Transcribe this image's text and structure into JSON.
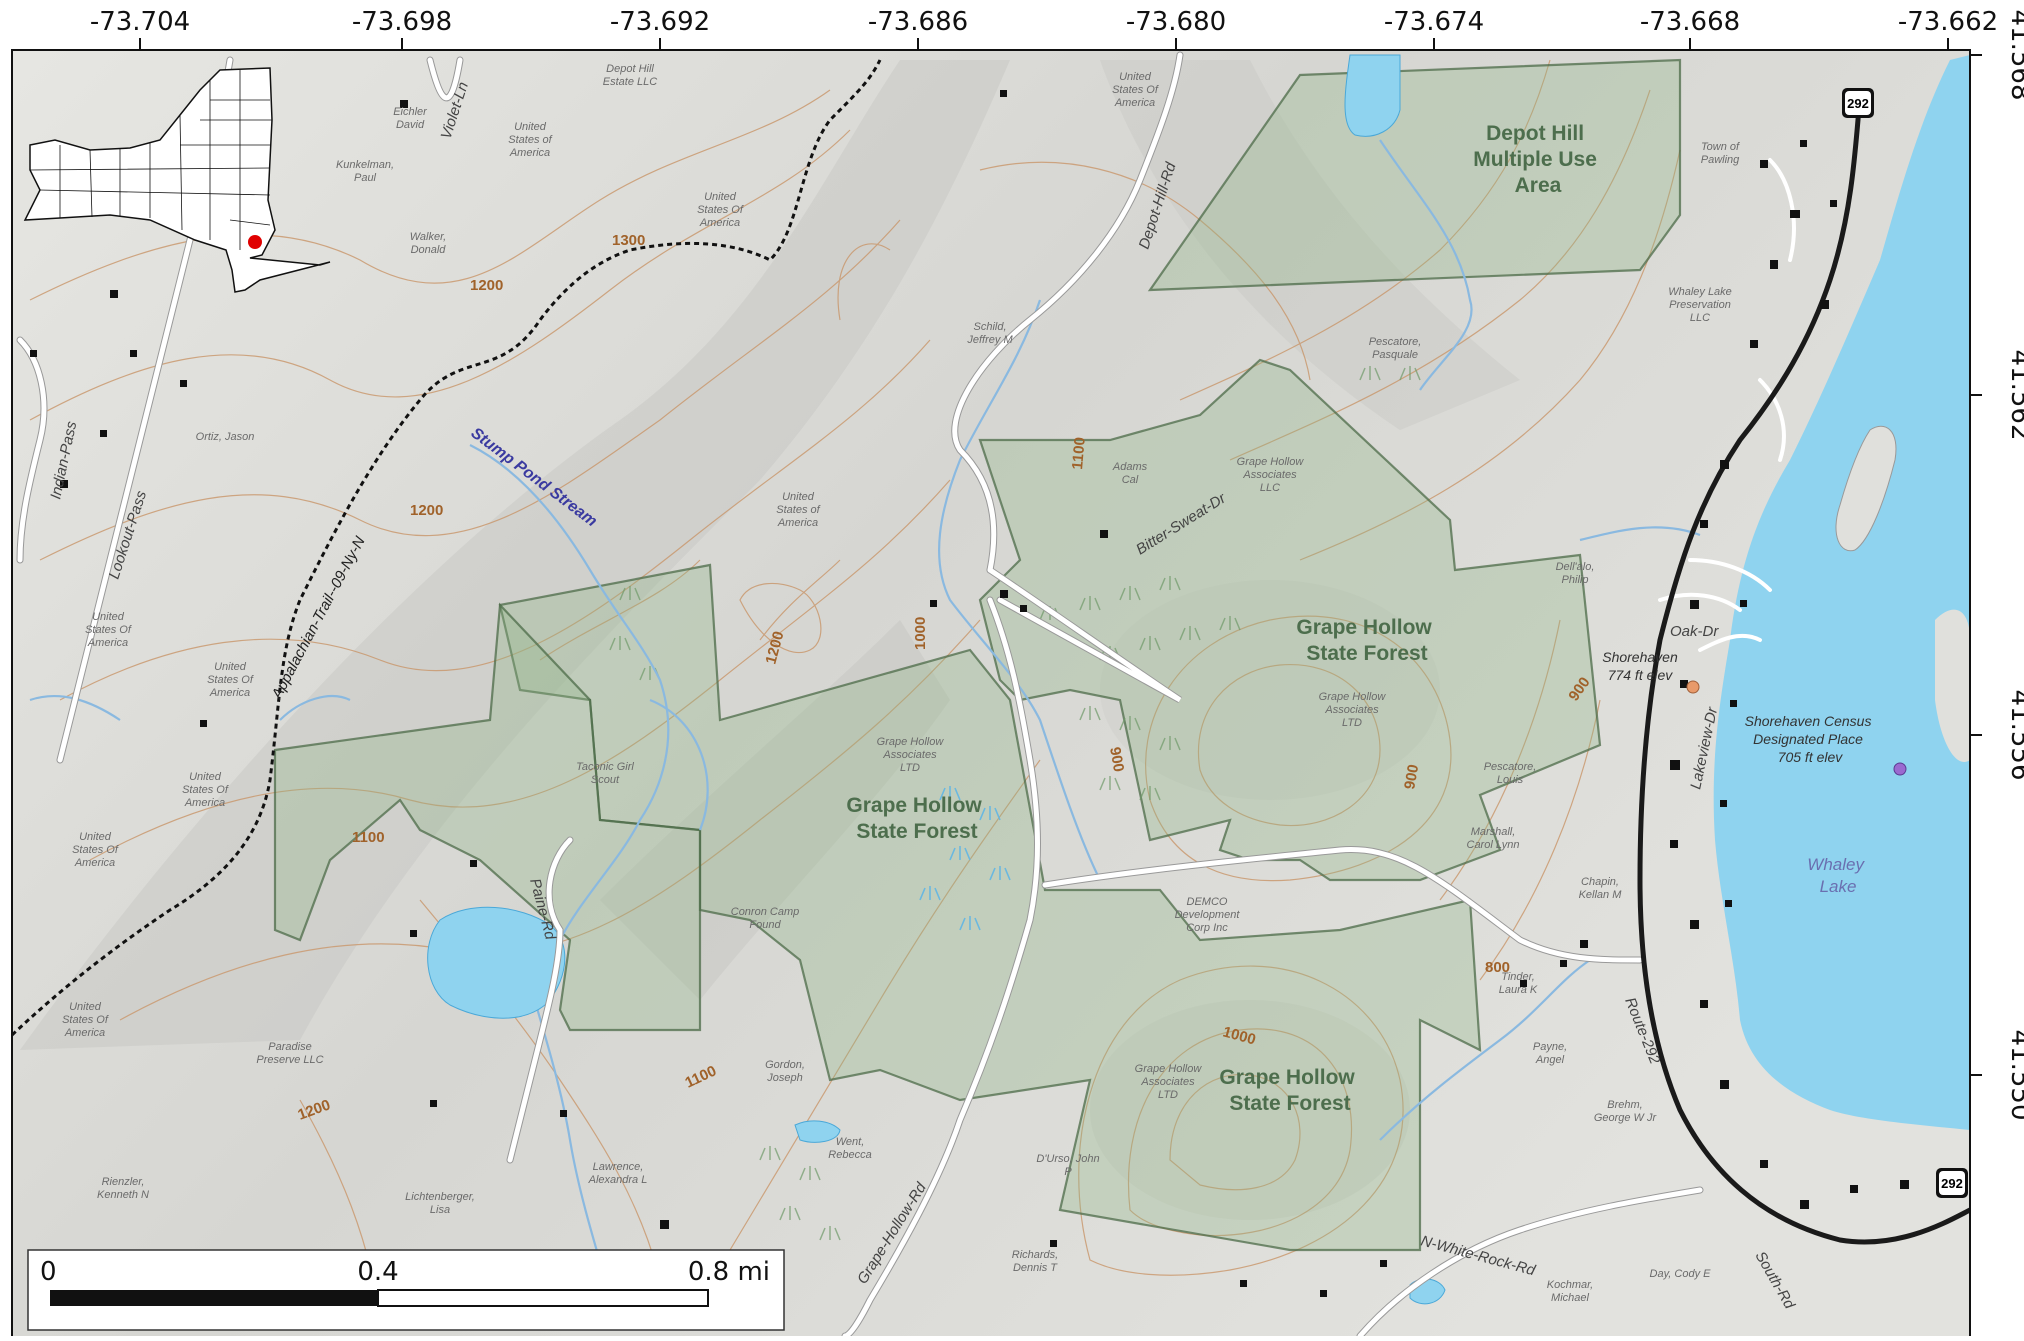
{
  "axes": {
    "x_ticks": [
      "-73.704",
      "-73.698",
      "-73.692",
      "-73.686",
      "-73.680",
      "-73.674",
      "-73.668",
      "-73.662"
    ],
    "y_ticks": [
      "41.568",
      "41.562",
      "41.556",
      "41.550"
    ]
  },
  "areas": {
    "depot_hill": [
      "Depot Hill",
      "Multiple Use",
      "Area"
    ],
    "grape_hollow_ne": [
      "Grape Hollow",
      "State Forest"
    ],
    "grape_hollow_c": [
      "Grape Hollow",
      "State Forest"
    ],
    "grape_hollow_s": [
      "Grape Hollow",
      "State Forest"
    ]
  },
  "places": {
    "shorehaven_name": "Shorehaven",
    "shorehaven_elev": "774 ft elev",
    "cdp_lines": [
      "Shorehaven Census",
      "Designated Place",
      "705 ft elev"
    ],
    "lake_lines": [
      "Whaley",
      "Lake"
    ]
  },
  "roads": {
    "indian_pass": "Indian-Pass",
    "lookout_pass": "Lookout-Pass",
    "violet_ln": "Violet-Ln",
    "depot_hill_rd": "Depot-Hill-Rd",
    "bitter_sweat_dr": "Bitter-Sweat-Dr",
    "oak_dr": "Oak-Dr",
    "lakeview_dr": "Lakeview-Dr",
    "route_292": "Route-292",
    "paine_rd": "Paine-Rd",
    "grape_hollow_rd": "Grape-Hollow-Rd",
    "n_white_rock_rd": "N-White-Rock-Rd",
    "south_rd": "South-Rd"
  },
  "shields": {
    "north": "292",
    "south": "292"
  },
  "trail": "Appalachian-Trail--09-Ny-N",
  "stream": "Stump Pond Stream",
  "contours": {
    "c1300": "1300",
    "c1200a": "1200",
    "c1200b": "1200",
    "c1200c": "1200",
    "c1200d": "1200",
    "c1100a": "1100",
    "c1100b": "1100",
    "c1100c": "1100",
    "c1000a": "1000",
    "c1000b": "1000",
    "c900a": "900",
    "c900b": "900",
    "c900c": "900",
    "c800": "800"
  },
  "owners": {
    "depot_hill_estate": [
      "Depot Hill",
      "Estate LLC"
    ],
    "usa_n": [
      "United",
      "States Of",
      "America"
    ],
    "eichler": [
      "Eichler",
      "David"
    ],
    "usa_nw": [
      "United",
      "States of",
      "America"
    ],
    "kunkelman": [
      "Kunkelman,",
      "Paul"
    ],
    "walker": [
      "Walker,",
      "Donald"
    ],
    "usa_mid": [
      "United",
      "States Of",
      "America"
    ],
    "town_pawling": [
      "Town of",
      "Pawling"
    ],
    "whaley_pres": [
      "Whaley Lake",
      "Preservation",
      "LLC"
    ],
    "schild": [
      "Schild,",
      "Jeffrey M"
    ],
    "pescatore_p": [
      "Pescatore,",
      "Pasquale"
    ],
    "ortiz": [
      "Ortiz, Jason"
    ],
    "usa_c": [
      "United",
      "States of",
      "America"
    ],
    "adams": [
      "Adams",
      "Cal"
    ],
    "gh_assoc_n": [
      "Grape Hollow",
      "Associates",
      "LLC"
    ],
    "usa_w": [
      "United",
      "States Of",
      "America"
    ],
    "usa_w2": [
      "United",
      "States Of",
      "America"
    ],
    "usa_sw": [
      "United",
      "States Of",
      "America"
    ],
    "usa_sw2": [
      "United",
      "States Of",
      "America"
    ],
    "taconic": [
      "Taconic Girl",
      "Scout"
    ],
    "gh_assoc_c": [
      "Grape Hollow",
      "Associates",
      "LTD"
    ],
    "gh_assoc_e": [
      "Grape Hollow",
      "Associates",
      "LTD"
    ],
    "pescatore_l": [
      "Pescatore,",
      "Louis"
    ],
    "marshall": [
      "Marshall,",
      "Carol Lynn"
    ],
    "chapin": [
      "Chapin,",
      "Kellan M"
    ],
    "conron": [
      "Conron Camp",
      "Found"
    ],
    "demco": [
      "DEMCO",
      "Development",
      "Corp Inc"
    ],
    "usa_bl": [
      "United",
      "States Of",
      "America"
    ],
    "paradise": [
      "Paradise",
      "Preserve LLC"
    ],
    "gh_assoc_s": [
      "Grape Hollow",
      "Associates",
      "LTD"
    ],
    "tinder": [
      "Tinder,",
      "Laura K"
    ],
    "payne": [
      "Payne,",
      "Angel"
    ],
    "brehm": [
      "Brehm,",
      "George W Jr"
    ],
    "went": [
      "Went,",
      "Rebecca"
    ],
    "durso": [
      "D'Urso, John",
      "P"
    ],
    "lawrence": [
      "Lawrence,",
      "Alexandra L"
    ],
    "rienzler": [
      "Rienzler,",
      "Kenneth N"
    ],
    "lichtenberger": [
      "Lichtenberger,",
      "Lisa"
    ],
    "richards": [
      "Richards,",
      "Dennis T"
    ],
    "kochmar": [
      "Kochmar,",
      "Michael"
    ],
    "day": [
      "Day, Cody E"
    ],
    "gordon": [
      "Gordon,",
      "Joseph"
    ],
    "dellalo": [
      "Dell'alo,",
      "Philip"
    ]
  },
  "scale_bar": {
    "labels": [
      "0",
      "0.4",
      "0.8 mi"
    ]
  },
  "colors": {
    "terrain": "#dcdcd6",
    "forest_fill": "#8fb386",
    "forest_edge": "#4c6b48",
    "water": "#8fd3ef",
    "contour": "#c9966a",
    "road": "#ffffff",
    "highway": "#1a1a1a",
    "trail": "#111111",
    "stream": "#8ab9e0",
    "shorehaven_dot": "#e89a6a",
    "cdp_dot": "#9a6ad0",
    "inset_marker": "#e00000"
  }
}
